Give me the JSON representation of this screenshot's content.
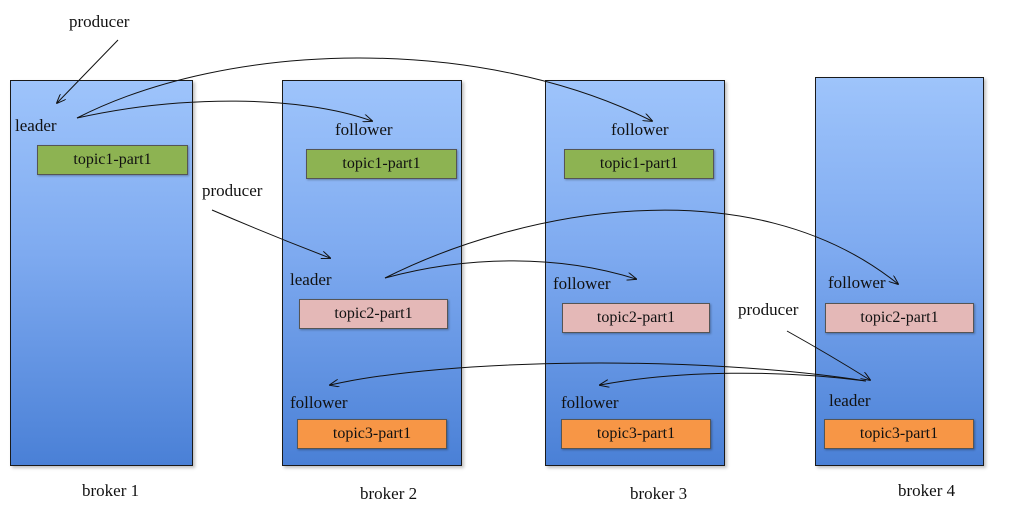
{
  "brokers": [
    {
      "name": "broker 1"
    },
    {
      "name": "broker 2"
    },
    {
      "name": "broker 3"
    },
    {
      "name": "broker 4"
    }
  ],
  "producer_label": "producer",
  "roles": {
    "leader": "leader",
    "follower": "follower"
  },
  "partitions": {
    "topic1": "topic1-part1",
    "topic2": "topic2-part1",
    "topic3": "topic3-part1"
  },
  "colors": {
    "broker_top": "#9ec4fb",
    "broker_bottom": "#4a80d6",
    "topic1": "#8db352",
    "topic2": "#e4b8b7",
    "topic3": "#f79646"
  }
}
